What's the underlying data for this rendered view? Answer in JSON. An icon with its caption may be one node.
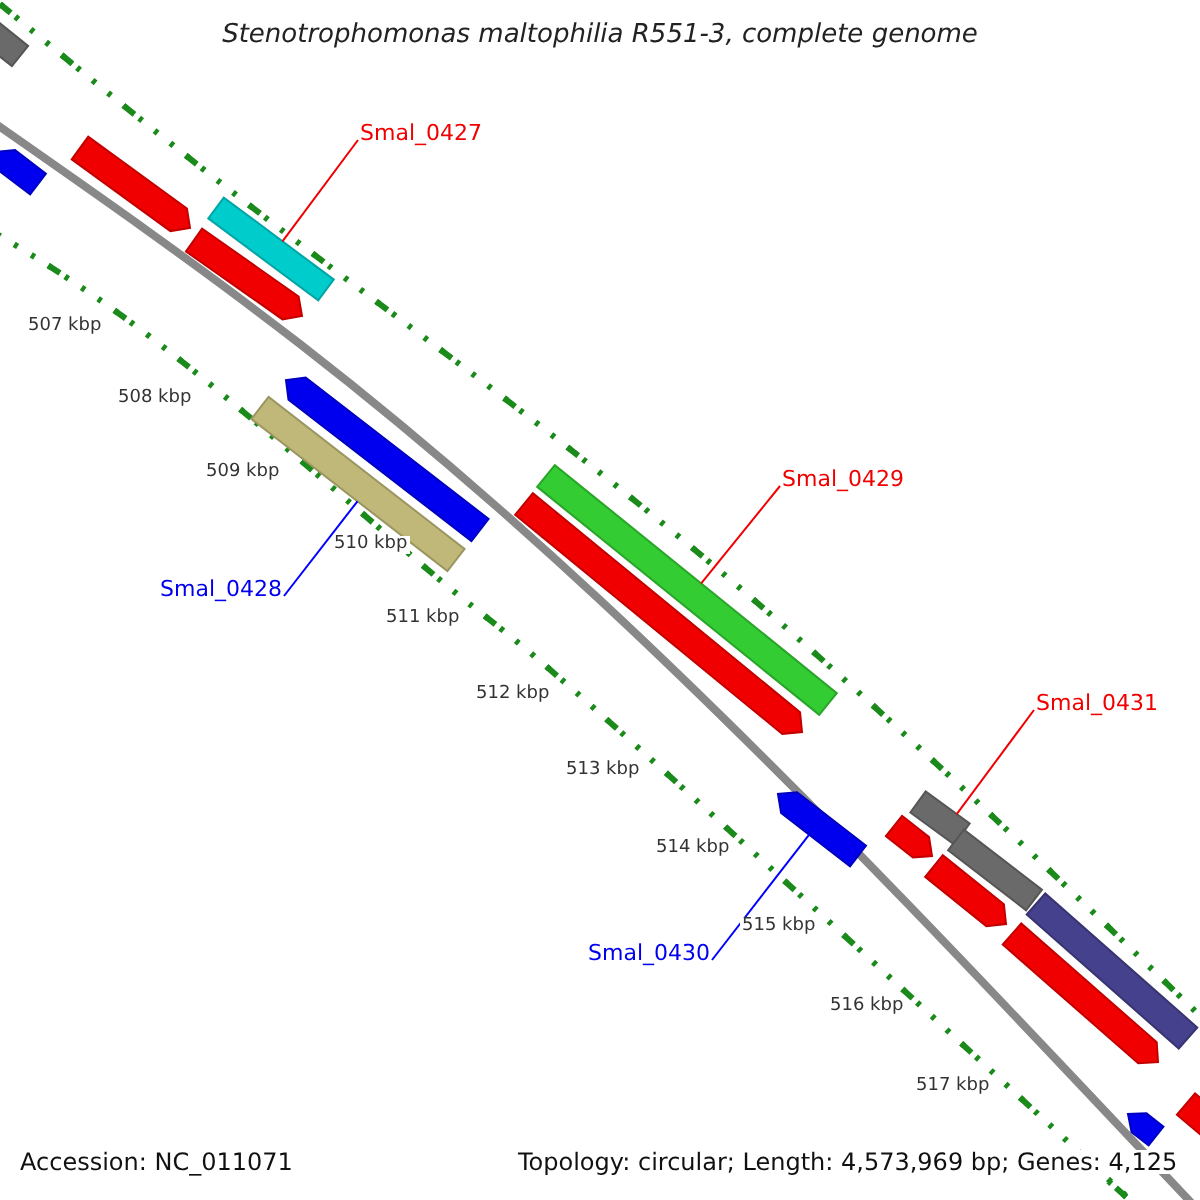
{
  "diagram": {
    "title": "Stenotrophomonas maltophilia R551-3, complete genome",
    "nodes": [
      {
        "text": [],
        "shape": "bar"
      },
      {
        "text": [
          "Smal_0427"
        ]
      },
      {
        "text": [],
        "shape": "bar"
      },
      {
        "text": [],
        "shape": "bar"
      },
      {
        "text": [],
        "shape": "bar"
      },
      {
        "text": [],
        "shape": "bar"
      },
      {
        "text": [],
        "shape": "bar"
      },
      {
        "text": [],
        "shape": "bar"
      },
      {
        "text": [
          "Smal_0429"
        ]
      },
      {
        "text": [],
        "shape": "bar"
      },
      {
        "text": [],
        "shape": "bar"
      },
      {
        "text": [
          "Smal_0428"
        ]
      },
      {
        "text": [
          "Smal_0431"
        ]
      },
      {
        "text": [],
        "shape": "bar"
      },
      {
        "text": [],
        "shape": "bar"
      },
      {
        "text": [],
        "shape": "bar"
      },
      {
        "text": [],
        "shape": "bar"
      },
      {
        "text": [],
        "shape": "bar"
      },
      {
        "text": [],
        "shape": "bar"
      },
      {
        "text": [],
        "shape": "bar"
      },
      {
        "text": [
          "Smal_0430"
        ]
      },
      {
        "text": [],
        "shape": "bar"
      },
      {
        "text": [],
        "shape": "bar"
      }
    ],
    "edges": [
      {
        "from": 1,
        "to": 4,
        "arrow": "none"
      },
      {
        "from": 8,
        "to": 9,
        "arrow": "none"
      },
      {
        "from": 11,
        "to": 7,
        "arrow": "none",
        "color": "#0000ff"
      },
      {
        "from": 12,
        "to": 14,
        "arrow": "none"
      },
      {
        "from": 20,
        "to": 13,
        "arrow": "none",
        "color": "#0000ff"
      }
    ],
    "labels": [
      "507 kbp",
      "508 kbp",
      "509 kbp",
      "510 kbp",
      "511 kbp",
      "512 kbp",
      "513 kbp",
      "514 kbp",
      "515 kbp",
      "516 kbp",
      "517 kbp",
      "Accession: NC_011071",
      "Topology: circular; Length: 4,573,969 bp; Genes: 4,125"
    ]
  }
}
